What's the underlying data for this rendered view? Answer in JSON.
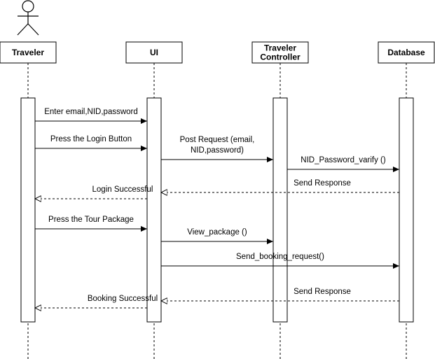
{
  "participants": [
    {
      "id": "traveler",
      "lines": [
        "Traveler"
      ],
      "actor": true
    },
    {
      "id": "ui",
      "lines": [
        "UI"
      ],
      "actor": false
    },
    {
      "id": "controller",
      "lines": [
        "Traveler",
        "Controller"
      ],
      "actor": false
    },
    {
      "id": "database",
      "lines": [
        "Database"
      ],
      "actor": false
    }
  ],
  "messages": [
    {
      "from": "traveler",
      "to": "ui",
      "lines": [
        "Enter email,NID,password"
      ],
      "style": "solid"
    },
    {
      "from": "traveler",
      "to": "ui",
      "lines": [
        "Press the Login Button"
      ],
      "style": "solid"
    },
    {
      "from": "ui",
      "to": "controller",
      "lines": [
        "Post Request (email,",
        "NID,password)"
      ],
      "style": "solid"
    },
    {
      "from": "controller",
      "to": "database",
      "lines": [
        "NID_Password_varify ()"
      ],
      "style": "solid"
    },
    {
      "from": "database",
      "to": "ui",
      "lines": [
        "Send Response"
      ],
      "style": "dashed"
    },
    {
      "from": "ui",
      "to": "traveler",
      "lines": [
        "Login Successful"
      ],
      "style": "dashed"
    },
    {
      "from": "traveler",
      "to": "ui",
      "lines": [
        "Press the Tour Package"
      ],
      "style": "solid"
    },
    {
      "from": "ui",
      "to": "controller",
      "lines": [
        "View_package ()"
      ],
      "style": "solid"
    },
    {
      "from": "ui",
      "to": "database",
      "lines": [
        "Send_booking_request()"
      ],
      "style": "solid"
    },
    {
      "from": "database",
      "to": "ui",
      "lines": [
        "Send Response"
      ],
      "style": "dashed"
    },
    {
      "from": "ui",
      "to": "traveler",
      "lines": [
        "Booking Successful"
      ],
      "style": "dashed"
    }
  ]
}
